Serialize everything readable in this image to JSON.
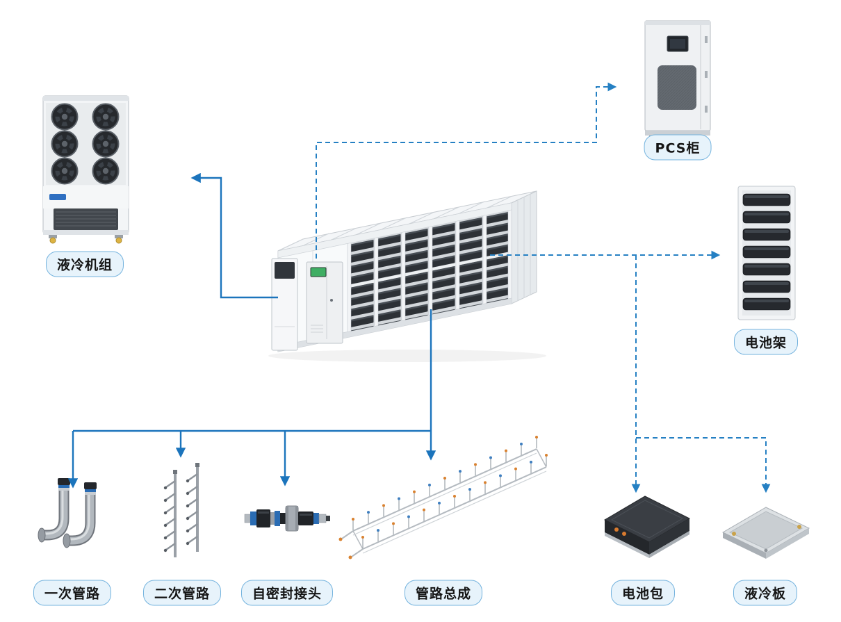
{
  "labels": {
    "cooling_unit": "液冷机组",
    "pcs_cabinet": "PCS柜",
    "battery_rack": "电池架",
    "primary_piping": "一次管路",
    "secondary_piping": "二次管路",
    "self_sealing_joint": "自密封接头",
    "piping_assembly": "管路总成",
    "battery_pack": "电池包",
    "cooling_plate": "液冷板"
  },
  "colors": {
    "solid_arrow": "#1b74bc",
    "dashed_arrow": "#2580c3",
    "label_background": "#e7f3fb",
    "label_border": "#74b3de",
    "label_text": "#151515"
  }
}
